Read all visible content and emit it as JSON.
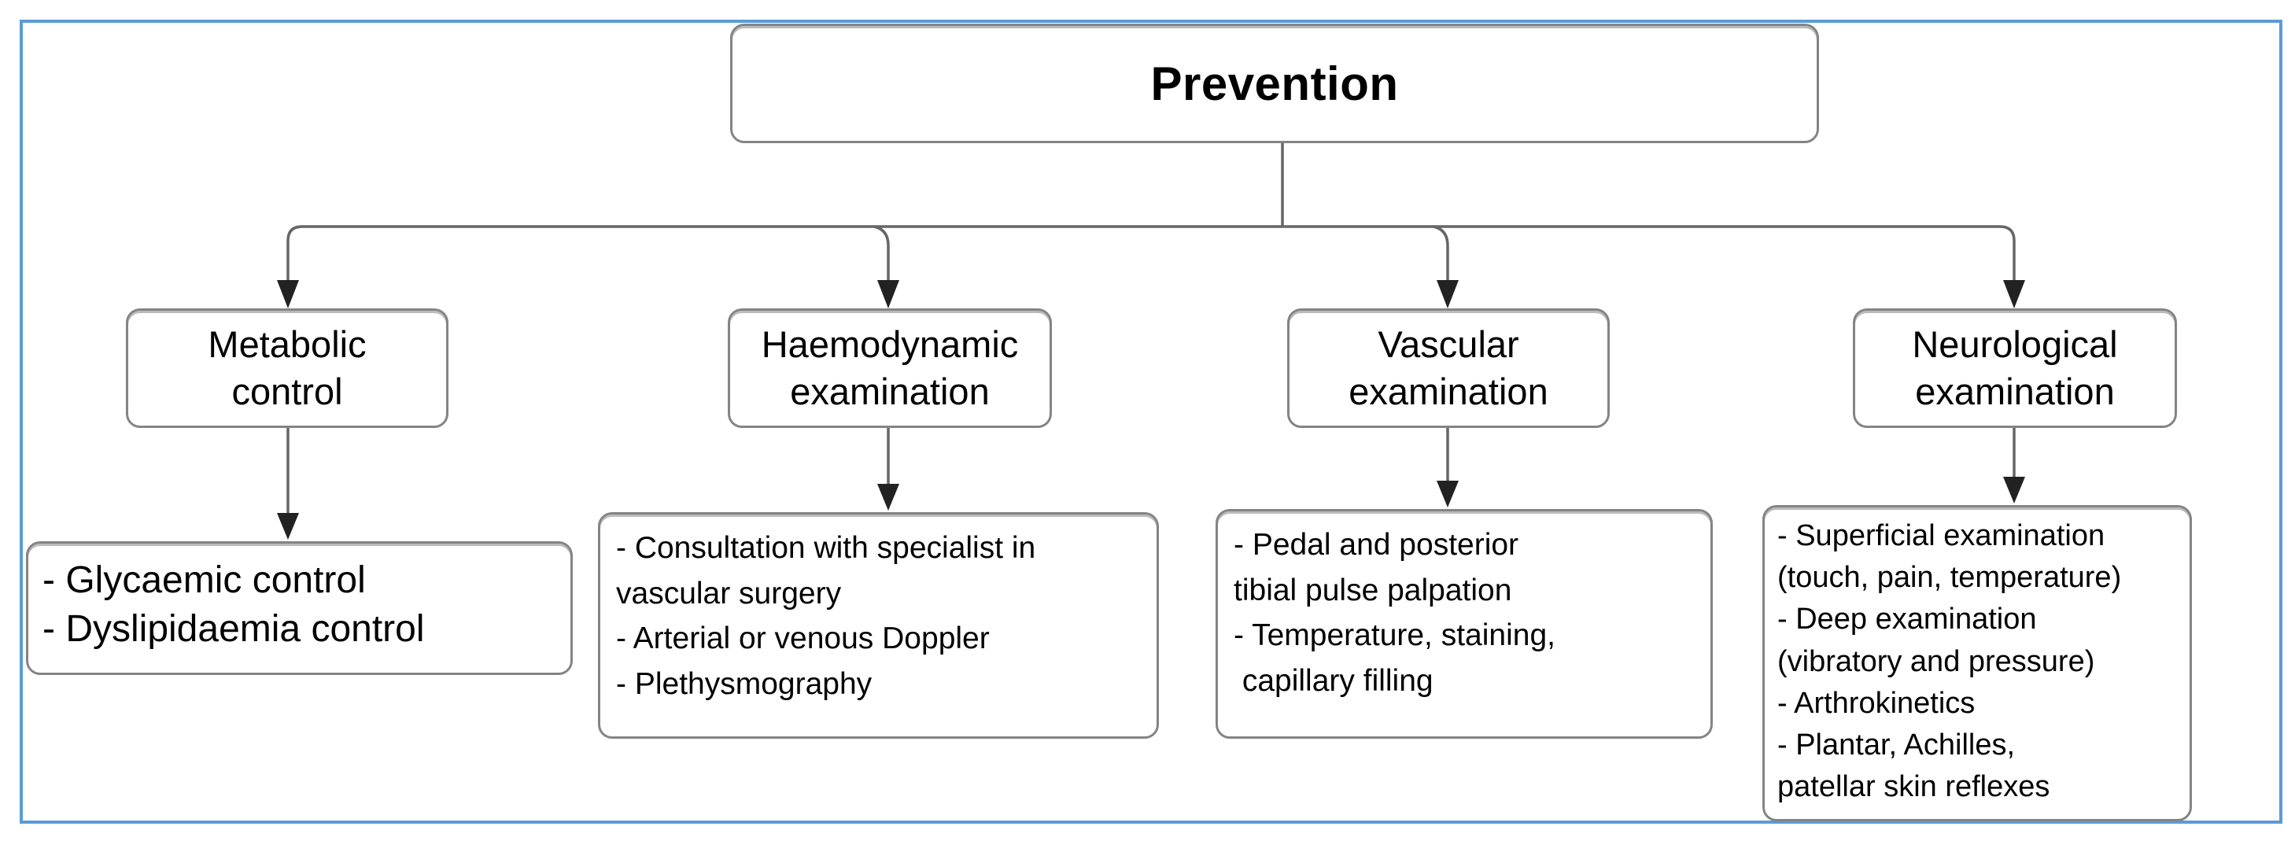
{
  "meta": {
    "colors": {
      "frame_border": "#5b9bd5",
      "box_border": "#848484",
      "connector_line": "#666666",
      "arrowhead": "#222222",
      "text": "#000000",
      "background": "#ffffff"
    }
  },
  "diagram": {
    "root_label": "Prevention",
    "branches": [
      {
        "title": "Metabolic control",
        "title_lines": [
          "Metabolic",
          "control"
        ],
        "details": [
          "- Glycaemic control",
          "- Dyslipidaemia control"
        ]
      },
      {
        "title": "Haemodynamic examination",
        "title_lines": [
          "Haemodynamic",
          "examination"
        ],
        "details": [
          "- Consultation with specialist in",
          "vascular surgery",
          "- Arterial or venous Doppler",
          "- Plethysmography"
        ]
      },
      {
        "title": "Vascular examination",
        "title_lines": [
          "Vascular",
          "examination"
        ],
        "details": [
          "- Pedal and posterior",
          "tibial pulse palpation",
          "- Temperature, staining,",
          " capillary filling"
        ]
      },
      {
        "title": "Neurological examination",
        "title_lines": [
          "Neurological",
          "examination"
        ],
        "details": [
          "- Superficial examination",
          "(touch, pain, temperature)",
          "- Deep examination",
          "(vibratory and pressure)",
          "- Arthrokinetics",
          "- Plantar, Achilles,",
          "patellar skin reflexes"
        ]
      }
    ]
  }
}
